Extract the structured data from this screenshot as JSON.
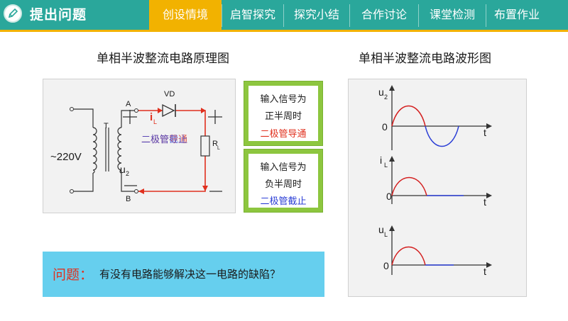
{
  "header": {
    "title": "提出问题",
    "tabs": [
      {
        "label": "创设情境",
        "active": true
      },
      {
        "label": "启智探究",
        "active": false
      },
      {
        "label": "探究小结",
        "active": false
      },
      {
        "label": "合作讨论",
        "active": false
      },
      {
        "label": "课堂检测",
        "active": false
      },
      {
        "label": "布置作业",
        "active": false
      }
    ],
    "logo_icon": "pencil-icon"
  },
  "colors": {
    "teal": "#2aa79b",
    "accent": "#f2b200",
    "green_box": "#8dc63f",
    "question_bg": "#66cfee",
    "red": "#e0301e",
    "blue": "#2c3fd6"
  },
  "main": {
    "left_title": "单相半波整流电路原理图",
    "right_title": "单相半波整流电路波形图",
    "circuit": {
      "source": "~220V",
      "transformer": "T",
      "node_a": "A",
      "node_b": "B",
      "diode": "VD",
      "current": "i",
      "current_sub": "L",
      "secondary": "u",
      "secondary_sub": "2",
      "load": "R",
      "load_sub": "L",
      "plus": "+",
      "minus": "—",
      "overlay_conduct": "二极管导通",
      "overlay_cutoff": "二极管截止"
    },
    "box_positive": {
      "line1": "输入信号为",
      "line2": "正半周时",
      "line3": "二极管导通"
    },
    "box_negative": {
      "line1": "输入信号为",
      "line2": "负半周时",
      "line3": "二极管截止"
    },
    "waveforms": {
      "u2": {
        "label": "u",
        "sub": "2",
        "origin": "0",
        "axis": "t"
      },
      "iL": {
        "label": "i",
        "sub": "L",
        "origin": "0",
        "axis": "t"
      },
      "uL": {
        "label": "u",
        "sub": "L",
        "origin": "0",
        "axis": "t"
      }
    },
    "question": {
      "label": "问题：",
      "text": "有没有电路能够解决这一电路的缺陷？"
    }
  }
}
